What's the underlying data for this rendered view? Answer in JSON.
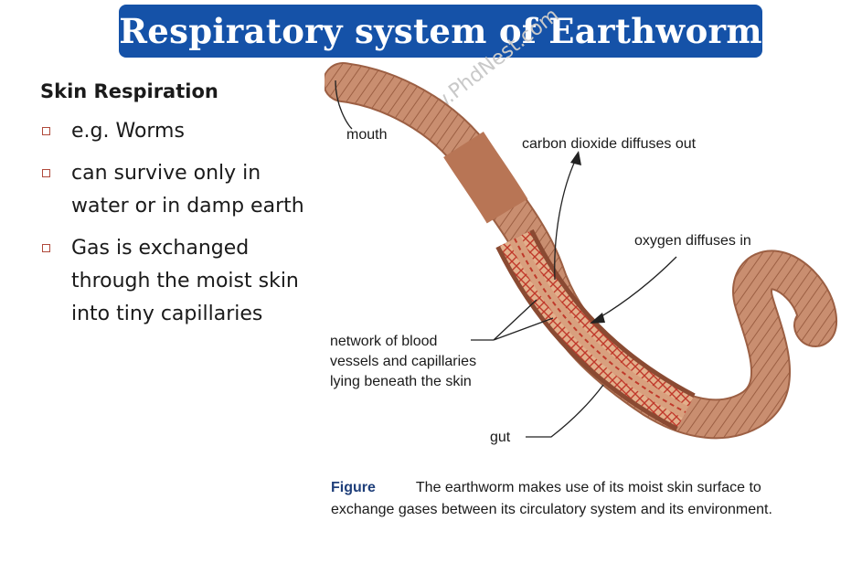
{
  "title": "Respiratory system of Earthworm",
  "left": {
    "heading": "Skin Respiration",
    "bullets": [
      "e.g. Worms",
      "can survive only in water or in damp earth",
      "Gas is exchanged through the moist skin into tiny capillaries"
    ]
  },
  "figure": {
    "labels": {
      "mouth": "mouth",
      "co2": "carbon dioxide diffuses out",
      "o2": "oxygen diffuses in",
      "network_line1": "network of blood",
      "network_line2": "vessels and capillaries",
      "network_line3": "lying beneath the skin",
      "gut": "gut"
    },
    "caption_label": "Figure",
    "caption_text": "The earthworm makes use of its moist skin surface to exchange gases between its circulatory system and its environment.",
    "watermark": "www.PhdNest.com"
  },
  "colors": {
    "title_bg": "#1552a8",
    "worm_skin": "#c98e70",
    "worm_dark": "#a8674a",
    "capillary": "#c0392b"
  }
}
